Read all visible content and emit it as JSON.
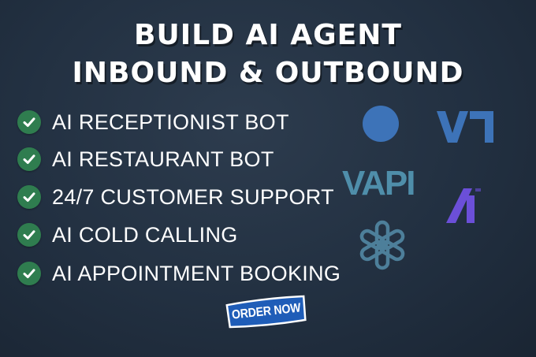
{
  "headline": {
    "line1": "BUILD AI AGENT",
    "line2": "INBOUND & OUTBOUND"
  },
  "features": [
    {
      "label": "AI RECEPTIONIST BOT",
      "icon": "check-circle-icon"
    },
    {
      "label": "AI RESTAURANT BOT",
      "icon": "check-circle-icon"
    },
    {
      "label": "24/7 CUSTOMER SUPPORT",
      "icon": "check-circle-icon"
    },
    {
      "label": "AI COLD CALLING",
      "icon": "check-circle-icon"
    },
    {
      "label": "AI APPOINTMENT BOOKING",
      "icon": "check-circle-icon"
    }
  ],
  "logos": {
    "vapi_text": "VAPI",
    "circle_logo_icon": "blue-circle-logo-icon",
    "v_logo_icon": "v-bracket-logo-icon",
    "slash_logo_icon": "purple-slash-logo-icon",
    "knot_logo_icon": "openai-knot-logo-icon"
  },
  "cta": {
    "label": "ORDER NOW"
  },
  "colors": {
    "background": "#223041",
    "check_green": "#2f7d4f",
    "logo_blue": "#3d73b8",
    "vapi_teal": "#4f8eaa",
    "slash_purple": "#6b4fd8",
    "cta_blue": "#1f5db8"
  }
}
